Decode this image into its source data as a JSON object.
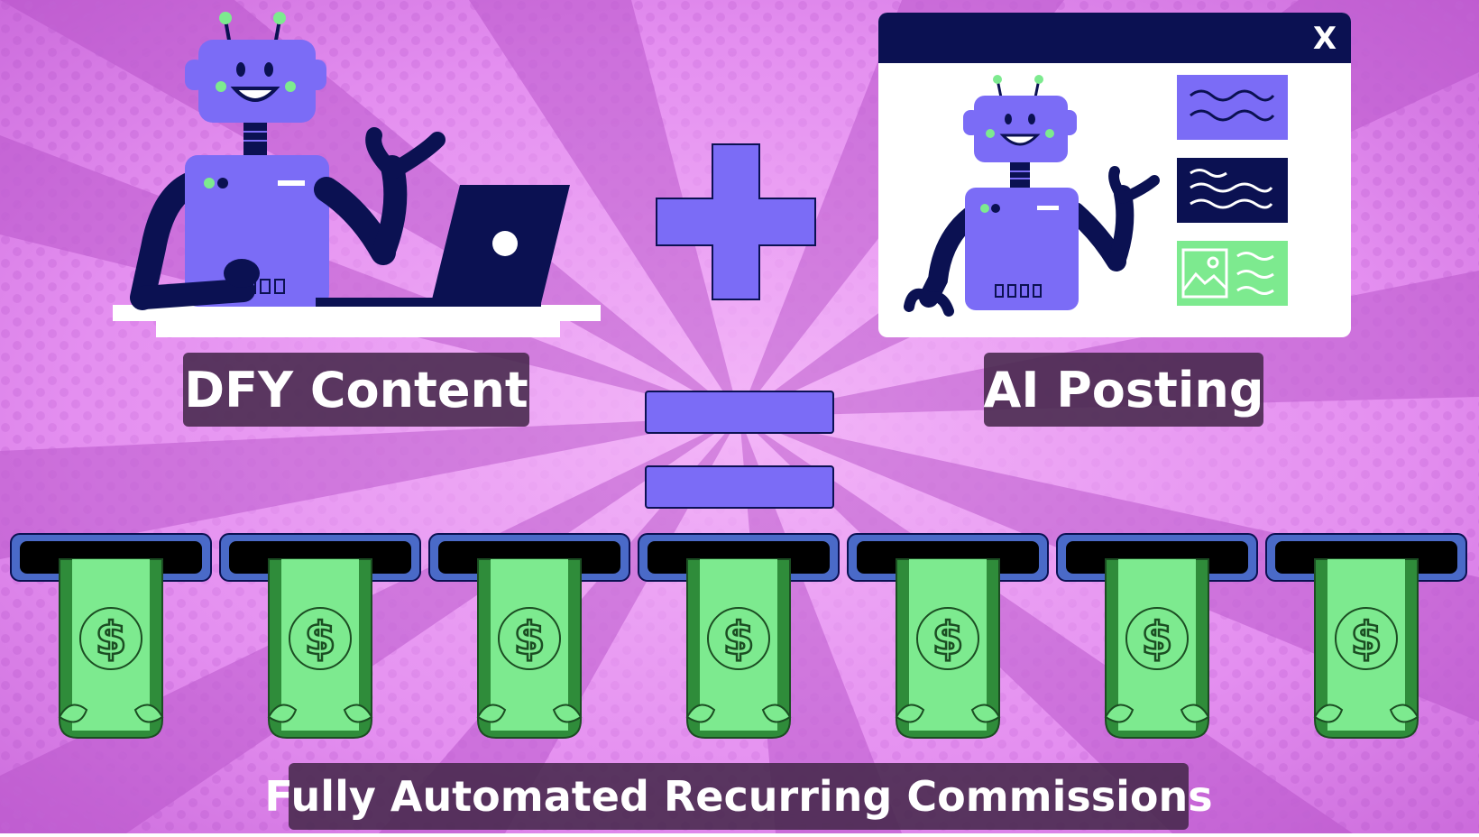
{
  "title": "",
  "labels": {
    "dfy_content": "DFY Content",
    "ai_posting": "AI Posting",
    "bottom": "Fully Automated Recurring Commissions"
  },
  "window": {
    "close_label": "X"
  },
  "operators": {
    "plus": "plus-sign",
    "equals": "equals-sign"
  },
  "money_slots": {
    "count": 7,
    "currency_symbol": "$"
  },
  "colors": {
    "background": "#e48ff0",
    "background_dark": "#b852c8",
    "robot": "#7b6cf6",
    "navy": "#0b1152",
    "money": "#7dea8f",
    "money_dark": "#2f8c3a",
    "label_bg": "#46284b",
    "slot_blue": "#4a6ac8"
  }
}
